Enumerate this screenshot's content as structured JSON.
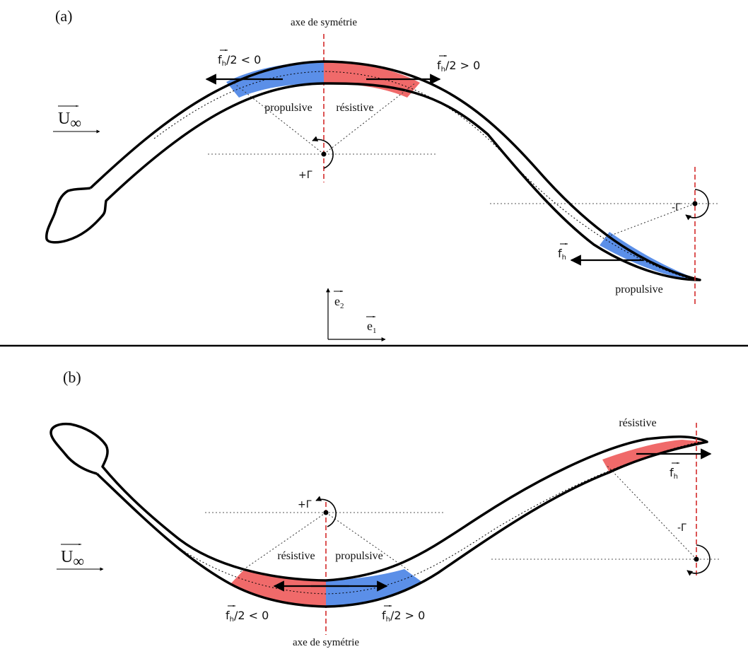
{
  "colors": {
    "propulsive": "#5b8fe8",
    "resistive": "#f06a6a",
    "symmetry_axis": "#d42a2a",
    "outline": "#000000",
    "guide": "#555555"
  },
  "panel_a": {
    "label": "(a)",
    "symmetry_axis_label": "axe de symétrie",
    "force_left_base": "f",
    "force_left_sub": "h",
    "force_left_rest": "/2 < 0",
    "force_right_base": "f",
    "force_right_sub": "h",
    "force_right_rest": "/2 > 0",
    "zone_left": "propulsive",
    "zone_right": "résistive",
    "circulation_center": "+Γ",
    "circulation_tail": "-Γ",
    "tail_force_base": "f",
    "tail_force_sub": "h",
    "tail_zone": "propulsive",
    "flow_base": "U",
    "flow_sub": "∞",
    "basis_e2_base": "e",
    "basis_e2_sub": "2",
    "basis_e1_base": "e",
    "basis_e1_sub": "1"
  },
  "panel_b": {
    "label": "(b)",
    "symmetry_axis_label": "axe de symétrie",
    "force_left_base": "f",
    "force_left_sub": "h",
    "force_left_rest": "/2 < 0",
    "force_right_base": "f",
    "force_right_sub": "h",
    "force_right_rest": "/2 > 0",
    "zone_left": "résistive",
    "zone_right": "propulsive",
    "circulation_center": "+Γ",
    "circulation_tail": "-Γ",
    "tail_force_base": "f",
    "tail_force_sub": "h",
    "tail_zone": "résistive",
    "flow_base": "U",
    "flow_sub": "∞"
  }
}
